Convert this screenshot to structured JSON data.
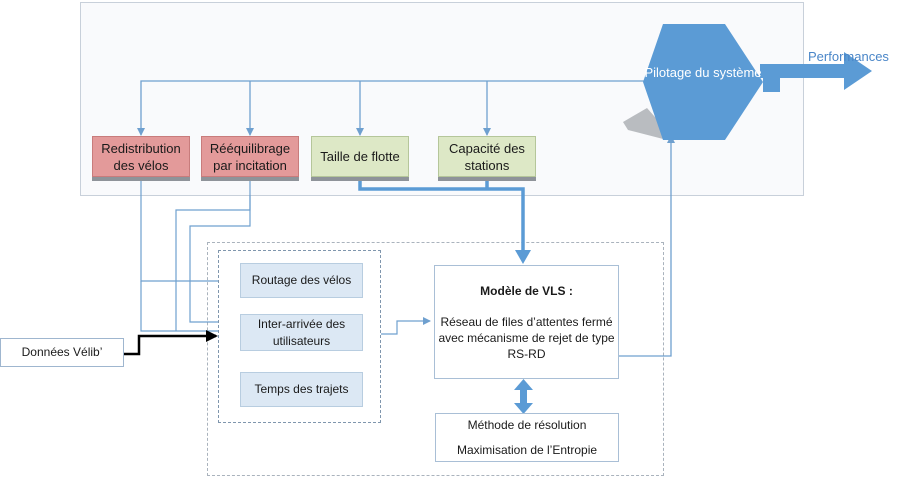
{
  "diagram": {
    "boxes": {
      "redistribution": "Redistribution des vélos",
      "reequilibrage": "Rééquilibrage par incitation",
      "taille_flotte": "Taille de flotte",
      "capacite": "Capacité des stations",
      "pilotage": "Pilotage du système",
      "performances": "Performances",
      "routage": "Routage des vélos",
      "inter_arrivee": "Inter-arrivée des utilisateurs",
      "temps_trajets": "Temps des trajets",
      "modele_title": "Modèle de VLS :",
      "modele_text": "Réseau de files d’attentes fermé avec mécanisme de rejet de type RS-RD",
      "methode_line1": "Méthode de résolution",
      "methode_line2": "Maximisation de l’Entropie",
      "donnees": "Données Vélib’"
    },
    "colors": {
      "pink": "#e39a9a",
      "green": "#dde8c6",
      "light_blue": "#dce8f4",
      "hexagon": "#5b9bd5",
      "arrow_blue": "#5b9bd5",
      "thin_line": "#6fa0cf",
      "black_arrow": "#000000"
    }
  }
}
